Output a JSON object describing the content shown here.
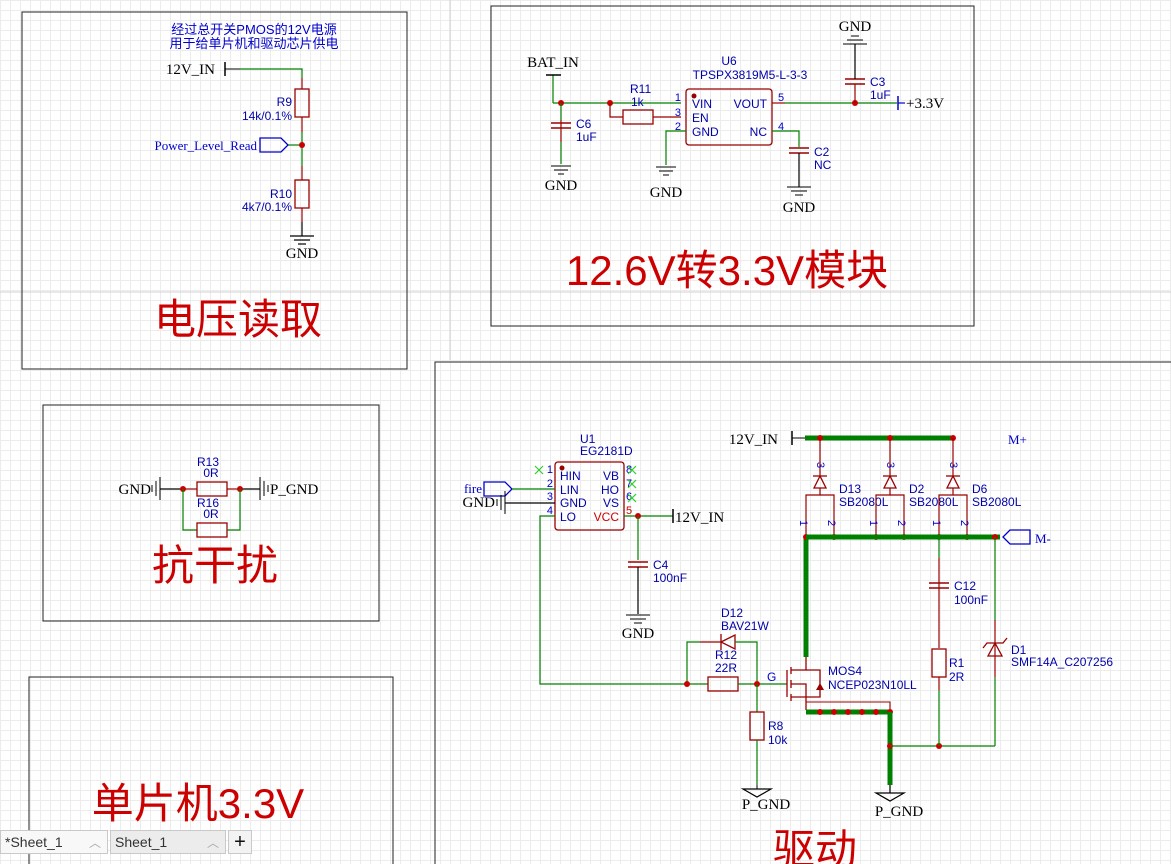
{
  "app": {
    "sheet_tabs": [
      {
        "label": "*Sheet_1",
        "active": true
      },
      {
        "label": "Sheet_1",
        "active": false
      }
    ],
    "add_tab_label": "+"
  },
  "colors": {
    "wire": "#008000",
    "component": "#990000",
    "junction": "#cc0000",
    "net_label": "#0000cc",
    "title": "#cc0000",
    "text": "#000000",
    "pin_number": "#0000cc"
  },
  "blocks": {
    "voltage_read": {
      "title": "电压读取",
      "note_line1": "经过总开关PMOS的12V电源",
      "note_line2": "用于给单片机和驱动芯片供电",
      "power_port": "12V_IN",
      "net_label": "Power_Level_Read",
      "ground": "GND",
      "r9": {
        "ref": "R9",
        "value": "14k/0.1%"
      },
      "r10": {
        "ref": "R10",
        "value": "4k7/0.1%"
      }
    },
    "ldo": {
      "title": "12.6V转3.3V模块",
      "input_port": "BAT_IN",
      "output_port": "+3.3V",
      "u6": {
        "ref": "U6",
        "value": "TPSPX3819M5-L-3-3",
        "pins": [
          {
            "num": "1",
            "name": "VIN"
          },
          {
            "num": "3",
            "name": "EN"
          },
          {
            "num": "2",
            "name": "GND"
          },
          {
            "num": "5",
            "name": "VOUT"
          },
          {
            "num": "4",
            "name": "NC"
          }
        ]
      },
      "r11": {
        "ref": "R11",
        "value": "1k"
      },
      "c6": {
        "ref": "C6",
        "value": "1uF"
      },
      "c3": {
        "ref": "C3",
        "value": "1uF"
      },
      "c2": {
        "ref": "C2",
        "value": "NC"
      },
      "ground": "GND"
    },
    "anti_interference": {
      "title": "抗干扰",
      "left_ground": "GND",
      "right_ground": "P_GND",
      "r13": {
        "ref": "R13",
        "value": "0R"
      },
      "r16": {
        "ref": "R16",
        "value": "0R"
      }
    },
    "mcu": {
      "title": "单片机3.3V"
    },
    "driver": {
      "title": "驱动",
      "u1": {
        "ref": "U1",
        "value": "EG2181D",
        "left_pins": [
          {
            "num": "1",
            "name": "HIN"
          },
          {
            "num": "2",
            "name": "LIN"
          },
          {
            "num": "3",
            "name": "GND"
          },
          {
            "num": "4",
            "name": "LO"
          }
        ],
        "right_pins": [
          {
            "num": "8",
            "name": "VB"
          },
          {
            "num": "7",
            "name": "HO"
          },
          {
            "num": "6",
            "name": "VS"
          },
          {
            "num": "5",
            "name": "VCC"
          }
        ]
      },
      "fire_label": "fire",
      "gnd_label": "GND",
      "vcc_port": "12V_IN",
      "top_port": "12V_IN",
      "c4": {
        "ref": "C4",
        "value": "100nF"
      },
      "d12": {
        "ref": "D12",
        "value": "BAV21W"
      },
      "r12": {
        "ref": "R12",
        "value": "22R"
      },
      "gate_label": "G",
      "r8": {
        "ref": "R8",
        "value": "10k"
      },
      "mos4": {
        "ref": "MOS4",
        "value": "NCEP023N10LL"
      },
      "diodes": [
        {
          "ref": "D13",
          "value": "SB2080L"
        },
        {
          "ref": "D2",
          "value": "SB2080L"
        },
        {
          "ref": "D6",
          "value": "SB2080L"
        }
      ],
      "diode_pins": {
        "anode_top": "3",
        "k1": "1",
        "k2": "2"
      },
      "m_plus": "M+",
      "m_minus": "M-",
      "c12": {
        "ref": "C12",
        "value": "100nF"
      },
      "r1": {
        "ref": "R1",
        "value": "2R"
      },
      "d1": {
        "ref": "D1",
        "value": "SMF14A_C207256"
      },
      "pgnd1": "P_GND",
      "pgnd2": "P_GND"
    }
  }
}
